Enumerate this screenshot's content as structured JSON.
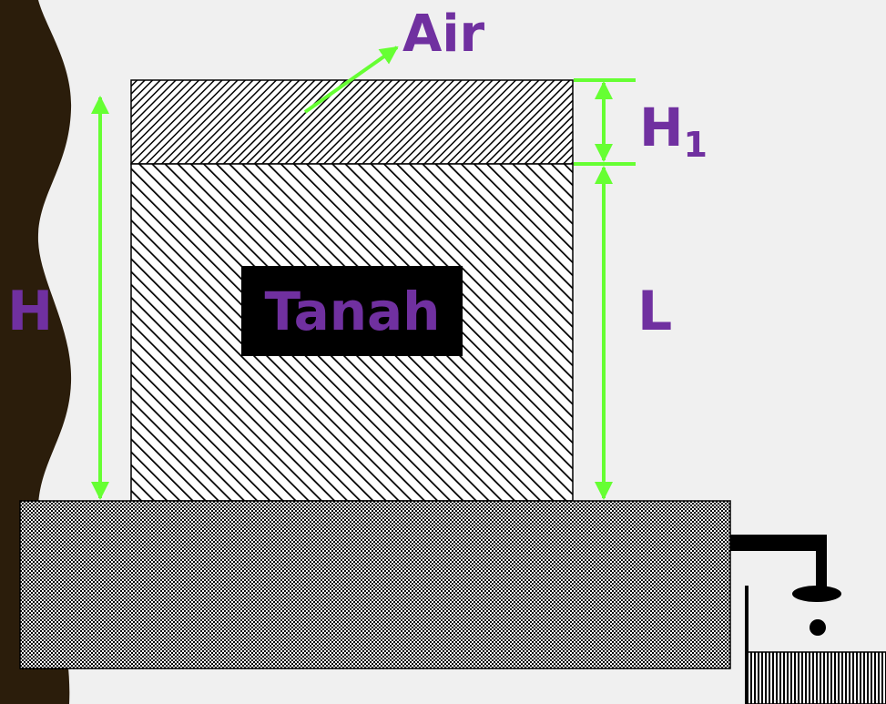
{
  "labels": {
    "air": "Air",
    "h1_main": "H",
    "h1_sub": "1",
    "tanah": "Tanah",
    "h": "H",
    "l": "L"
  },
  "colors": {
    "background": "#f0f0f0",
    "wall": "#2b1d0b",
    "arrow": "#66ff33",
    "label": "#7030a0",
    "ink": "#000000"
  }
}
